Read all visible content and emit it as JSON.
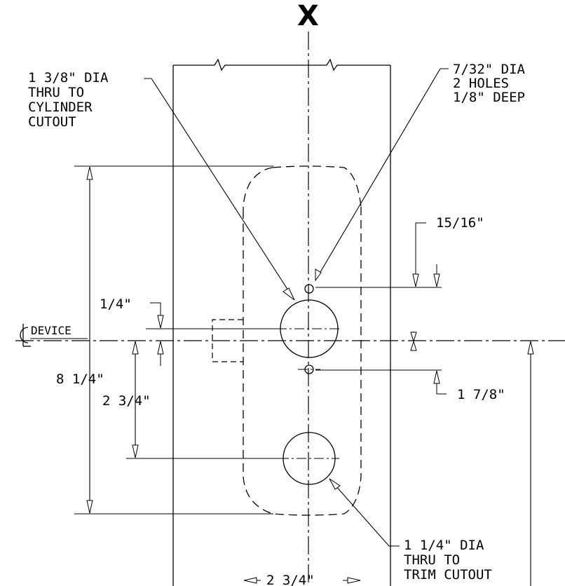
{
  "title": "X",
  "callouts": {
    "cylinder": [
      "1 3/8\" DIA",
      "THRU TO",
      "CYLINDER",
      "CUTOUT"
    ],
    "holes": [
      "7/32\" DIA",
      "2 HOLES",
      "1/8\" DEEP"
    ],
    "trim": [
      "1 1/4\" DIA",
      "THRU TO",
      "TRIM CUTOUT"
    ]
  },
  "dimensions": {
    "d_15_16": "15/16\"",
    "d_1_4": "1/4\"",
    "d_8_1_4": "8 1/4\"",
    "d_2_3_4_v": "2 3/4\"",
    "d_1_7_8": "1 7/8\"",
    "d_2_3_4_h": "2 3/4\""
  },
  "centerline_label": "DEVICE"
}
